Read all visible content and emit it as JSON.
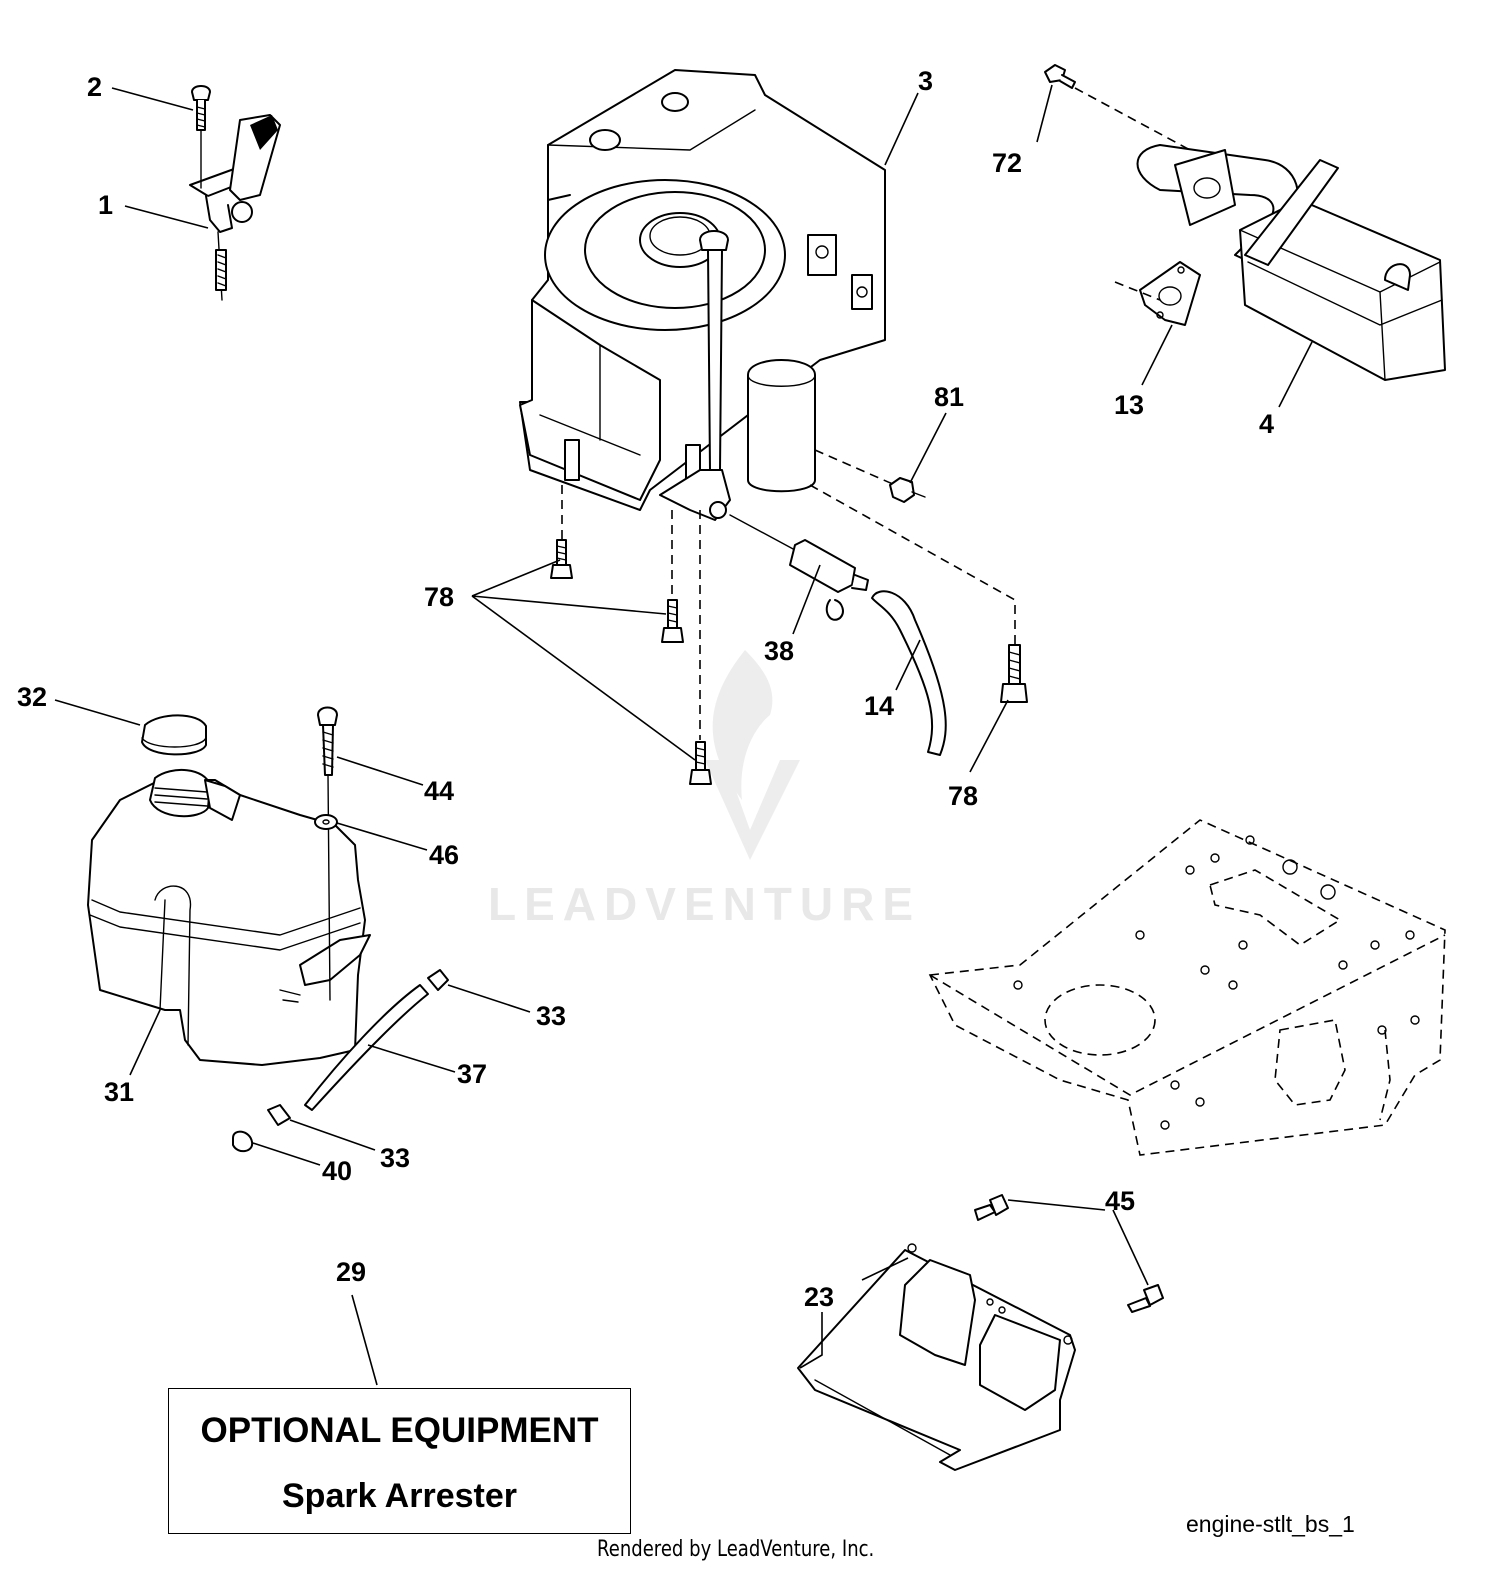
{
  "labels": {
    "p1": "1",
    "p2": "2",
    "p3": "3",
    "p4": "4",
    "p13": "13",
    "p72": "72",
    "p81": "81",
    "p78a": "78",
    "p78b": "78",
    "p38": "38",
    "p14": "14",
    "p32": "32",
    "p44": "44",
    "p46": "46",
    "p31": "31",
    "p33a": "33",
    "p37": "37",
    "p33b": "33",
    "p40": "40",
    "p29": "29",
    "p45": "45",
    "p23": "23"
  },
  "box": {
    "line1": "OPTIONAL EQUIPMENT",
    "line2": "Spark Arrester"
  },
  "diagram_id": "engine-stlt_bs_1",
  "watermark": "LEADVENTURE",
  "credit": "Rendered by LeadVenture, Inc."
}
